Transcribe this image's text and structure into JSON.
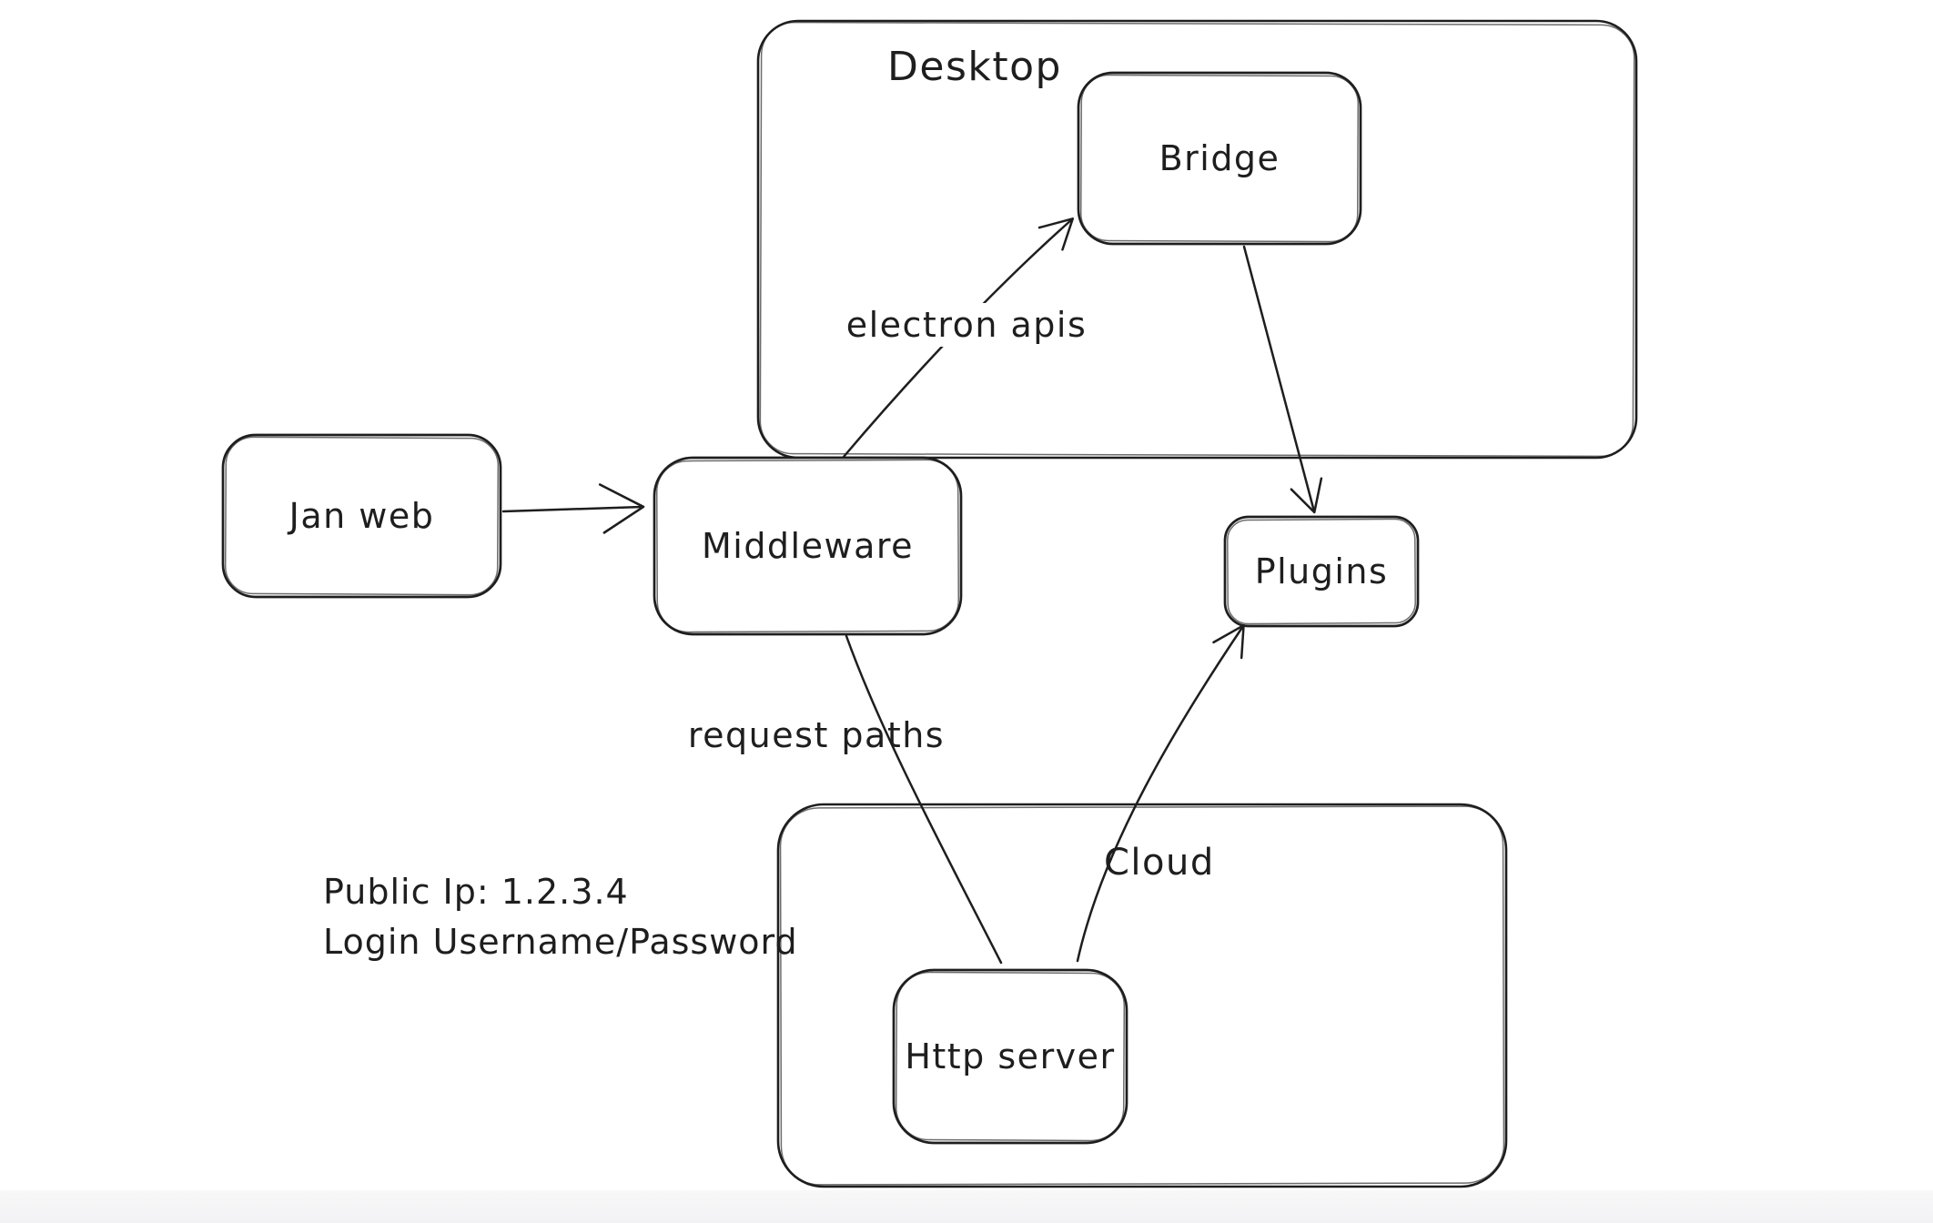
{
  "colors": {
    "background": "#ffffff",
    "stroke": "#1e1e1e",
    "footer_strip": "#f2f2f4"
  },
  "containers": [
    {
      "id": "desktop",
      "label": "Desktop"
    },
    {
      "id": "cloud",
      "label": "Cloud"
    }
  ],
  "nodes": [
    {
      "id": "jan-web",
      "label": "Jan web"
    },
    {
      "id": "middleware",
      "label": "Middleware"
    },
    {
      "id": "bridge",
      "label": "Bridge"
    },
    {
      "id": "plugins",
      "label": "Plugins"
    },
    {
      "id": "http-server",
      "label": "Http server"
    }
  ],
  "edges": [
    {
      "id": "jan-web-to-middleware",
      "from": "Jan web",
      "to": "Middleware",
      "label": "",
      "arrowhead": true
    },
    {
      "id": "middleware-to-bridge",
      "from": "Middleware",
      "to": "Bridge",
      "label": "electron apis",
      "arrowhead": true
    },
    {
      "id": "bridge-to-plugins",
      "from": "Bridge",
      "to": "Plugins",
      "label": "",
      "arrowhead": true
    },
    {
      "id": "middleware-to-http-server",
      "from": "Middleware",
      "to": "Http server",
      "label": "request paths",
      "arrowhead": false
    },
    {
      "id": "http-server-to-plugins",
      "from": "Http server",
      "to": "Plugins",
      "label": "",
      "arrowhead": true
    }
  ],
  "notes": [
    {
      "id": "public-ip-note",
      "text": "Public Ip: 1.2.3.4"
    },
    {
      "id": "login-note",
      "text": "Login Username/Password"
    }
  ]
}
